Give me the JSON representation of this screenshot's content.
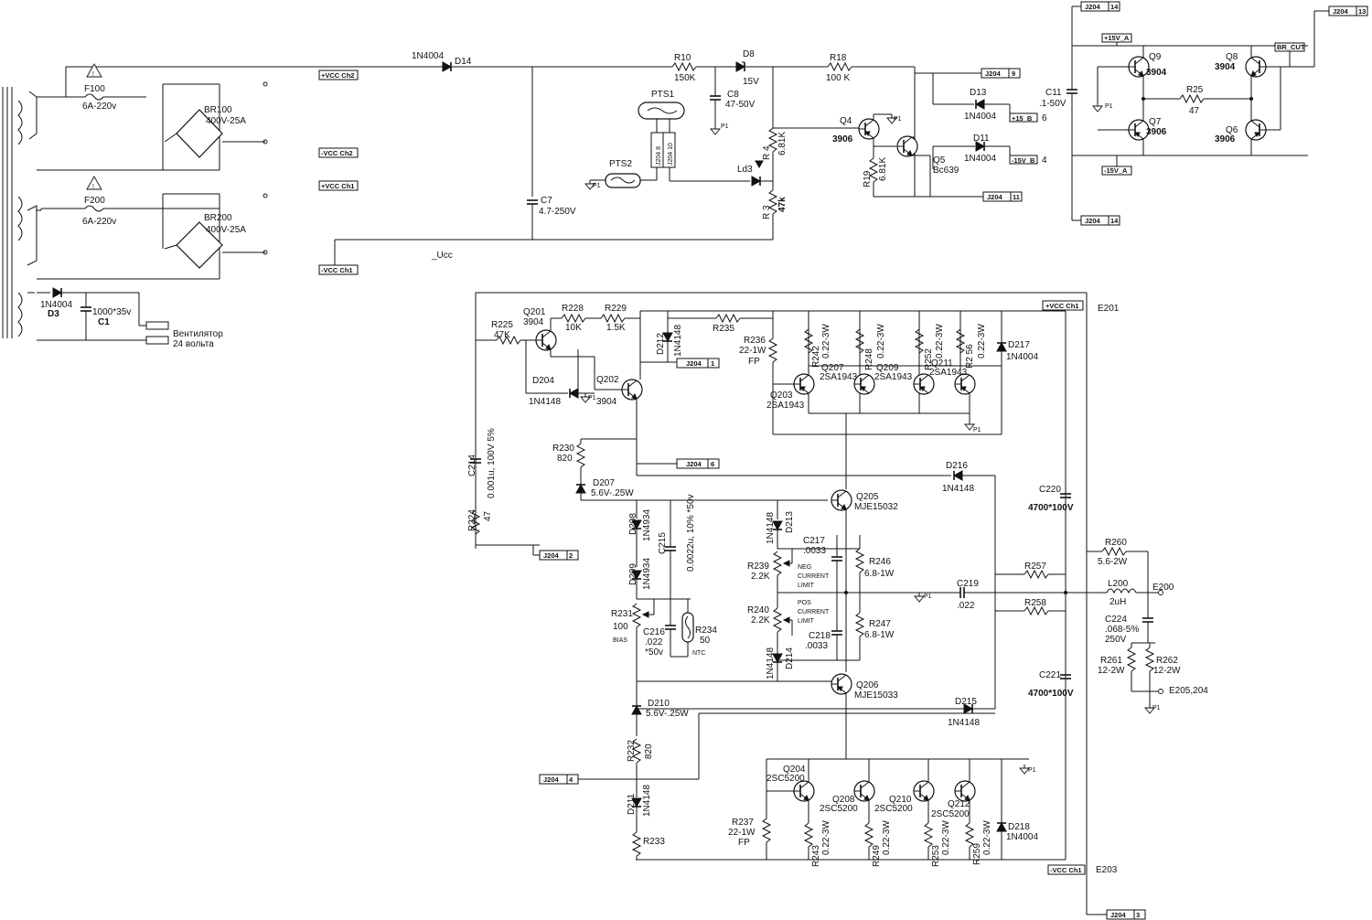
{
  "supply": {
    "fuses": [
      {
        "id": "F100",
        "value": "6A-220v"
      },
      {
        "id": "F200",
        "value": "6A-220v"
      }
    ],
    "bridges": [
      {
        "id": "BR100",
        "value": "400V-25A"
      },
      {
        "id": "BR200",
        "value": "400V-25A"
      }
    ],
    "rails": [
      "+VCC Ch2",
      "-VCC Ch2",
      "+VCC Ch1",
      "-VCC Ch1"
    ],
    "ucc_label": "_Ucc",
    "d3": {
      "type": "1N4004",
      "id": "D3"
    },
    "c1": {
      "value": "1000*35v",
      "id": "C1"
    },
    "fan_label_1": "Вентилятор",
    "fan_label_2": "24 вольта"
  },
  "protection": {
    "d14": {
      "type": "1N4004",
      "id": "D14"
    },
    "r10": {
      "id": "R10",
      "value": "150K"
    },
    "d8": {
      "id": "D8",
      "value": "15V"
    },
    "r18": {
      "id": "R18",
      "value": "100 K"
    },
    "c8": {
      "id": "C8",
      "value": "47-50V"
    },
    "c7": {
      "id": "C7",
      "value": "4.7-250V"
    },
    "pts1": "PTS1",
    "pts2": "PTS2",
    "j204_8": "J204  8",
    "j204_10": "J204  10",
    "r4": {
      "id": "R 4",
      "value": "6.81K"
    },
    "r3": {
      "id": "R 3",
      "value": "47k"
    },
    "ld3": "Ld3",
    "q4": {
      "id": "Q4",
      "value": "3906"
    },
    "q5": {
      "id": "Q5",
      "value": "Bc639"
    },
    "r19": {
      "id": "R19",
      "value": "6.81K"
    },
    "d13": {
      "id": "D13",
      "value": "1N4004"
    },
    "d11": {
      "id": "D11",
      "value": "1N4004"
    },
    "plus15b": "+15_B",
    "minus15b": "-15V_B",
    "pin6": "6",
    "pin4": "4",
    "p1": "P1"
  },
  "bridge_out": {
    "plus15a": "+15V_A",
    "minus15a": "-15V_A",
    "br_cut": "BR_CUT",
    "c11": {
      "id": "C11",
      "value": ".1-50V"
    },
    "q9": {
      "id": "Q9",
      "value": "3904"
    },
    "q8": {
      "id": "Q8",
      "value": "3904"
    },
    "q7": {
      "id": "Q7",
      "value": "3906"
    },
    "q6": {
      "id": "Q6",
      "value": "3906"
    },
    "r25": {
      "id": "R25",
      "value": "47"
    }
  },
  "connectors": {
    "j204_9": {
      "name": "J204",
      "pin": "9"
    },
    "j204_11": {
      "name": "J204",
      "pin": "11"
    },
    "j204_14a": {
      "name": "J204",
      "pin": "14"
    },
    "j204_14b": {
      "name": "J204",
      "pin": "14"
    },
    "j204_13": {
      "name": "J204",
      "pin": "13"
    },
    "j204_1": {
      "name": "J204",
      "pin": "1"
    },
    "j204_6": {
      "name": "J204",
      "pin": "6"
    },
    "j204_2": {
      "name": "J204",
      "pin": "2"
    },
    "j204_4": {
      "name": "J204",
      "pin": "4"
    },
    "j204_3": {
      "name": "J204",
      "pin": "3"
    }
  },
  "amp": {
    "e201": "E201",
    "e203": "E203",
    "e200": "E200",
    "e205": "E205,204",
    "plus_vcc": "+VCC Ch1",
    "minus_vcc": "-VCC Ch1",
    "q201": {
      "id": "Q201",
      "value": "3904"
    },
    "q202": {
      "id": "Q202",
      "value": "3904"
    },
    "r228": {
      "id": "R228",
      "value": "10K"
    },
    "r229": {
      "id": "R229",
      "value": "1.5K"
    },
    "r225": {
      "id": "R225",
      "value": "47K"
    },
    "d204": {
      "id": "D204",
      "value": "1N4148"
    },
    "d212": {
      "id": "D212",
      "value": "1N4148"
    },
    "r235": {
      "id": "R235"
    },
    "r236": {
      "id": "R236",
      "value": "22-1W",
      "extra": "FP"
    },
    "r242": {
      "id": "R242",
      "value": "0.22-3W"
    },
    "r248": {
      "id": "R248",
      "value": "0.22-3W"
    },
    "r252": {
      "id": "R252",
      "value": "0.22-3W"
    },
    "r256": {
      "id": "R2 56",
      "value": "0.22-3W"
    },
    "d217": {
      "id": "D217",
      "value": "1N4004"
    },
    "q203": {
      "id": "Q203",
      "value": "2SA1943"
    },
    "q207": {
      "id": "Q207",
      "value": "2SA1943"
    },
    "q209": {
      "id": "Q209",
      "value": "2SA1943"
    },
    "q211": {
      "id": "Q211",
      "value": "2SA1943"
    },
    "c214": {
      "id": "C214",
      "value": "0.001u, 100V 5%"
    },
    "r224": {
      "id": "R224",
      "value": "47"
    },
    "r230": {
      "id": "R230",
      "value": "820"
    },
    "d207": {
      "id": "D207",
      "value": "5.6V-.25W"
    },
    "d216": {
      "id": "D216",
      "value": "1N4148"
    },
    "q205": {
      "id": "Q205",
      "value": "MJE15032"
    },
    "d208": {
      "id": "D208",
      "value": "1N4934"
    },
    "d209": {
      "id": "D209",
      "value": "1N4934"
    },
    "c215": {
      "id": "C215",
      "value": "0.0022u, 10% *50v"
    },
    "d213": {
      "id": "D213",
      "value": "1N4148"
    },
    "c217": {
      "id": "C217",
      "value": ".0033"
    },
    "r239": {
      "id": "R239",
      "value": "2.2K"
    },
    "neg_limit": [
      "NEG",
      "CURRENT",
      "LIMIT"
    ],
    "pos_limit": [
      "POS",
      "CURRENT",
      "LIMIT"
    ],
    "r246": {
      "id": "R246",
      "value": "6.8-1W"
    },
    "r247": {
      "id": "R247",
      "value": "6.8-1W"
    },
    "r240": {
      "id": "R240",
      "value": "2.2K"
    },
    "c218": {
      "id": "C218",
      "value": ".0033"
    },
    "d214": {
      "id": "D214",
      "value": "1N4148"
    },
    "r231": {
      "id": "R231",
      "value": "100",
      "extra": "BIAS"
    },
    "c216": {
      "id": "C216",
      "value": ".022",
      "extra": "*50v"
    },
    "r234": {
      "id": "R234",
      "value": "50",
      "extra": "NTC"
    },
    "c219": {
      "id": "C219",
      "value": ".022"
    },
    "q206": {
      "id": "Q206",
      "value": "MJE15033"
    },
    "d210": {
      "id": "D210",
      "value": "5.6V-.25W"
    },
    "d215": {
      "id": "D215",
      "value": "1N4148"
    },
    "r232": {
      "id": "R232",
      "value": "820"
    },
    "d211": {
      "id": "D211",
      "value": "1N4148"
    },
    "r233": {
      "id": "R233"
    },
    "q204": {
      "id": "Q204",
      "value": "2SC5200"
    },
    "q208": {
      "id": "Q208",
      "value": "2SC5200"
    },
    "q210": {
      "id": "Q210",
      "value": "2SC5200"
    },
    "q212": {
      "id": "Q212",
      "value": "2SC5200"
    },
    "r237": {
      "id": "R237",
      "value": "22-1W",
      "extra": "FP"
    },
    "r243": {
      "id": "R243",
      "value": "0.22-3W"
    },
    "r249": {
      "id": "R249",
      "value": "0.22-3W"
    },
    "r253": {
      "id": "R253",
      "value": "0.22-3W"
    },
    "r259": {
      "id": "R259",
      "value": "0.22-3W"
    },
    "d218": {
      "id": "D218",
      "value": "1N4004"
    },
    "c220": {
      "id": "C220",
      "value": "4700*100V"
    },
    "c221": {
      "id": "C221",
      "value": "4700*100V"
    },
    "r257": {
      "id": "R257"
    },
    "r258": {
      "id": "R258"
    },
    "r260": {
      "id": "R260",
      "value": "5.6-2W"
    },
    "l200": {
      "id": "L200",
      "value": "2uH"
    },
    "c224": {
      "id": "C224",
      "value": ".068-5%",
      "extra": "250V"
    },
    "r261": {
      "id": "R261",
      "value": "12-2W"
    },
    "r262": {
      "id": "R262",
      "value": "12-2W"
    }
  }
}
